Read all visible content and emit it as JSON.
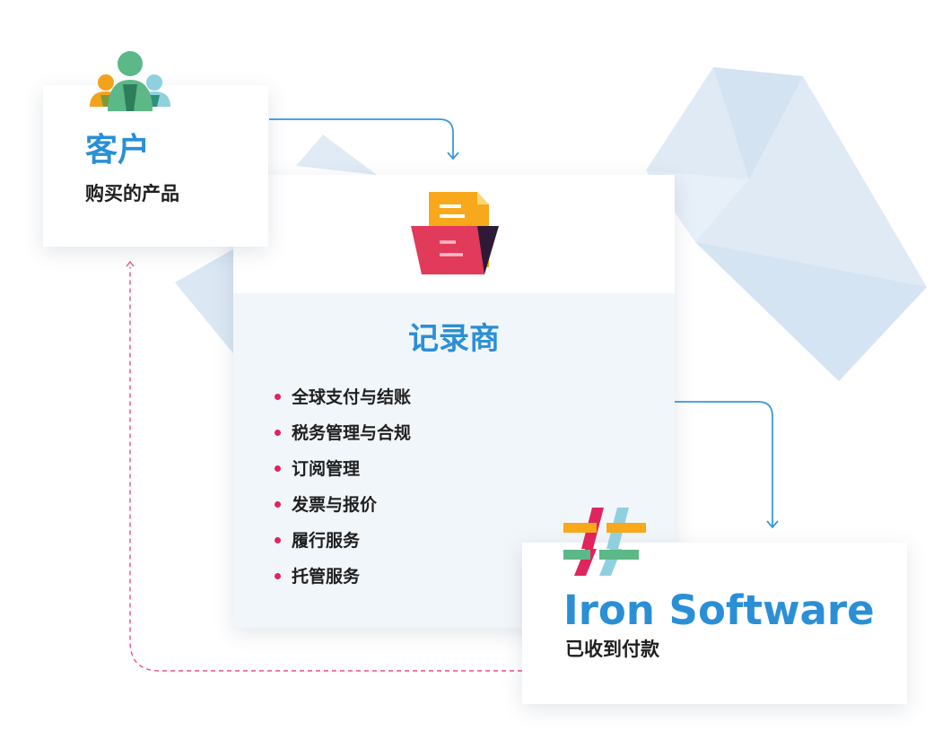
{
  "customer": {
    "title": "客户",
    "subtitle": "购买的产品"
  },
  "merchant": {
    "title": "记录商",
    "features": [
      "全球支付与结账",
      "税务管理与合规",
      "订阅管理",
      "发票与报价",
      "履行服务",
      "托管服务"
    ]
  },
  "vendor": {
    "title": "Iron Software",
    "subtitle": "已收到付款"
  },
  "colors": {
    "accent_blue": "#2b8fd6",
    "bullet_red": "#e0245e",
    "dashed_return_line": "#e8527a",
    "arrow_blue": "#3a97dc",
    "panel_tint": "#f1f6fa",
    "background_shape": "#dbe8f4"
  },
  "icons": {
    "customer": "people-group-icon",
    "merchant": "document-folder-icon",
    "vendor": "hash-logo-icon"
  }
}
